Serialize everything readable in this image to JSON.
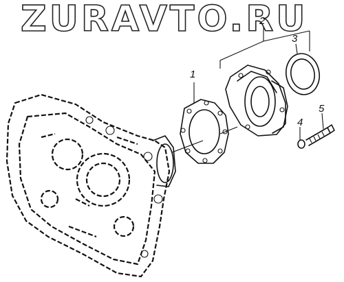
{
  "watermark": "ZURAVTO.RU",
  "callouts": [
    {
      "id": "1",
      "label": "1"
    },
    {
      "id": "2",
      "label": "2"
    },
    {
      "id": "3",
      "label": "3"
    },
    {
      "id": "4",
      "label": "4"
    },
    {
      "id": "5",
      "label": "5"
    }
  ]
}
